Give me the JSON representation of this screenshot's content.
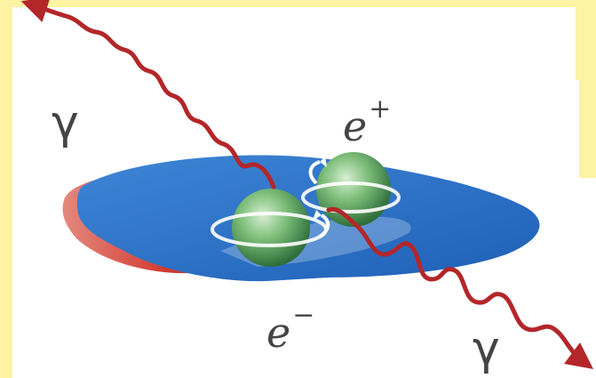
{
  "diagram": {
    "photon_top_label": "γ",
    "photon_bottom_label": "γ",
    "positron": {
      "symbol": "e",
      "charge": "+"
    },
    "electron": {
      "symbol": "e",
      "charge": "−"
    },
    "colors": {
      "background": "#fdf3a2",
      "panel": "#ffffff",
      "photon": "#b3262a",
      "orbit_disk": "#2f76c9",
      "orbit_disk_side": "#d9433a",
      "particle": "#6fae6d",
      "label": "#444444"
    }
  }
}
